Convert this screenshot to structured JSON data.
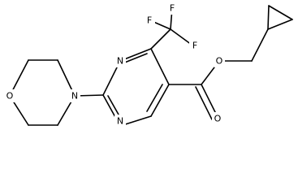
{
  "molecule": {
    "atom_labels": {
      "f_top": "F",
      "f_right": "F",
      "f_left": "F",
      "n_ring_top": "N",
      "n_ring_bottom": "N",
      "n_morpholine": "N",
      "o_morpholine": "O",
      "o_ester_single": "O",
      "o_ester_carbonyl": "O"
    },
    "colors": {
      "bond": "#000000",
      "label": "#000000",
      "background": "#ffffff"
    }
  }
}
